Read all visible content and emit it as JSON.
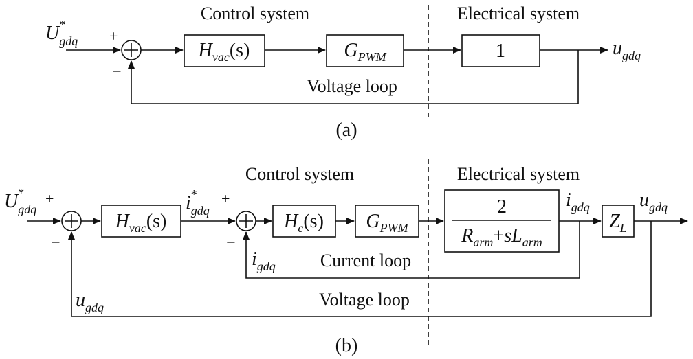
{
  "diagram_a": {
    "control_system": "Control system",
    "electrical_system": "Electrical system",
    "input": {
      "main": "U",
      "sub": "gdq",
      "sup": "*"
    },
    "sum": {
      "plus": "+",
      "minus": "−"
    },
    "h_vac": {
      "main": "H",
      "sub": "vac",
      "arg": "(s)"
    },
    "g_pwm": {
      "main": "G",
      "sub": "PWM"
    },
    "plant": "1",
    "output": {
      "main": "u",
      "sub": "gdq"
    },
    "loop": "Voltage loop",
    "caption": "(a)"
  },
  "diagram_b": {
    "control_system": "Control system",
    "electrical_system": "Electrical system",
    "input": {
      "main": "U",
      "sub": "gdq",
      "sup": "*"
    },
    "sum1": {
      "plus": "+",
      "minus": "−"
    },
    "h_vac": {
      "main": "H",
      "sub": "vac",
      "arg": "(s)"
    },
    "i_ref": {
      "main": "i",
      "sub": "gdq",
      "sup": "*"
    },
    "sum2": {
      "plus": "+",
      "minus": "−"
    },
    "h_c": {
      "main": "H",
      "sub": "c",
      "arg": "(s)"
    },
    "g_pwm": {
      "main": "G",
      "sub": "PWM"
    },
    "plant": {
      "numerator": "2",
      "r": "R",
      "r_sub": "arm",
      "plus": "+",
      "s": "s",
      "l": "L",
      "l_sub": "arm"
    },
    "i_out": {
      "main": "i",
      "sub": "gdq"
    },
    "z_l": {
      "main": "Z",
      "sub": "L"
    },
    "output": {
      "main": "u",
      "sub": "gdq"
    },
    "i_fb": {
      "main": "i",
      "sub": "gdq"
    },
    "u_fb": {
      "main": "u",
      "sub": "gdq"
    },
    "current_loop": "Current loop",
    "voltage_loop": "Voltage loop",
    "caption": "(b)"
  }
}
